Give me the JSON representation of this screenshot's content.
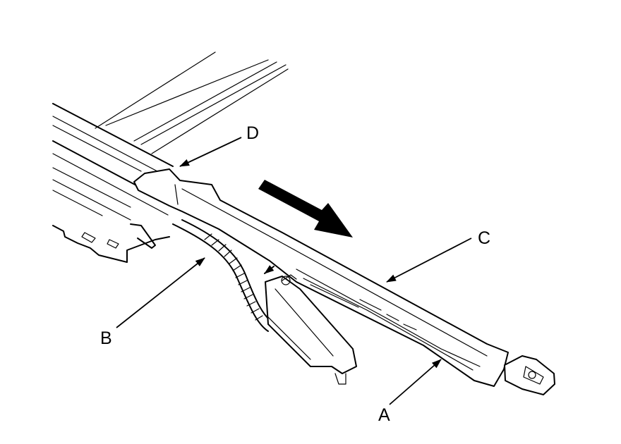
{
  "callouts": {
    "A": "A",
    "B": "B",
    "C": "C",
    "D": "D"
  },
  "colors": {
    "line": "#000000",
    "background": "#ffffff"
  }
}
